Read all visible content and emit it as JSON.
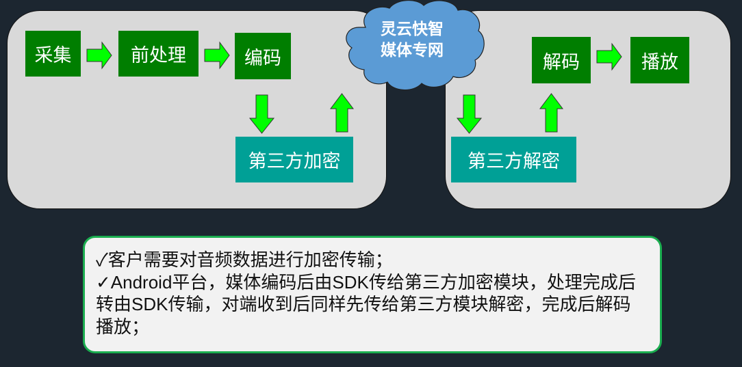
{
  "sender": {
    "steps": [
      "采集",
      "前处理",
      "编码"
    ],
    "encrypt": "第三方加密"
  },
  "network": {
    "line1": "灵云快智",
    "line2": "媒体专网"
  },
  "receiver": {
    "steps": [
      "解码",
      "播放"
    ],
    "decrypt": "第三方解密"
  },
  "notes": [
    "✓客户需要对音频数据进行加密传输；",
    "✓Android平台，媒体编码后由SDK传给第三方加密模块，处理完成后转由SDK传输，对端收到后同样先传给第三方模块解密，完成后解码播放；"
  ],
  "colors": {
    "background": "#1c2630",
    "panel": "#d9d9d9",
    "step_box": "#007e00",
    "crypto_box": "#00a096",
    "arrow": "#00ff00",
    "cloud": "#5b9bd5",
    "note_border": "#1aad4f"
  }
}
